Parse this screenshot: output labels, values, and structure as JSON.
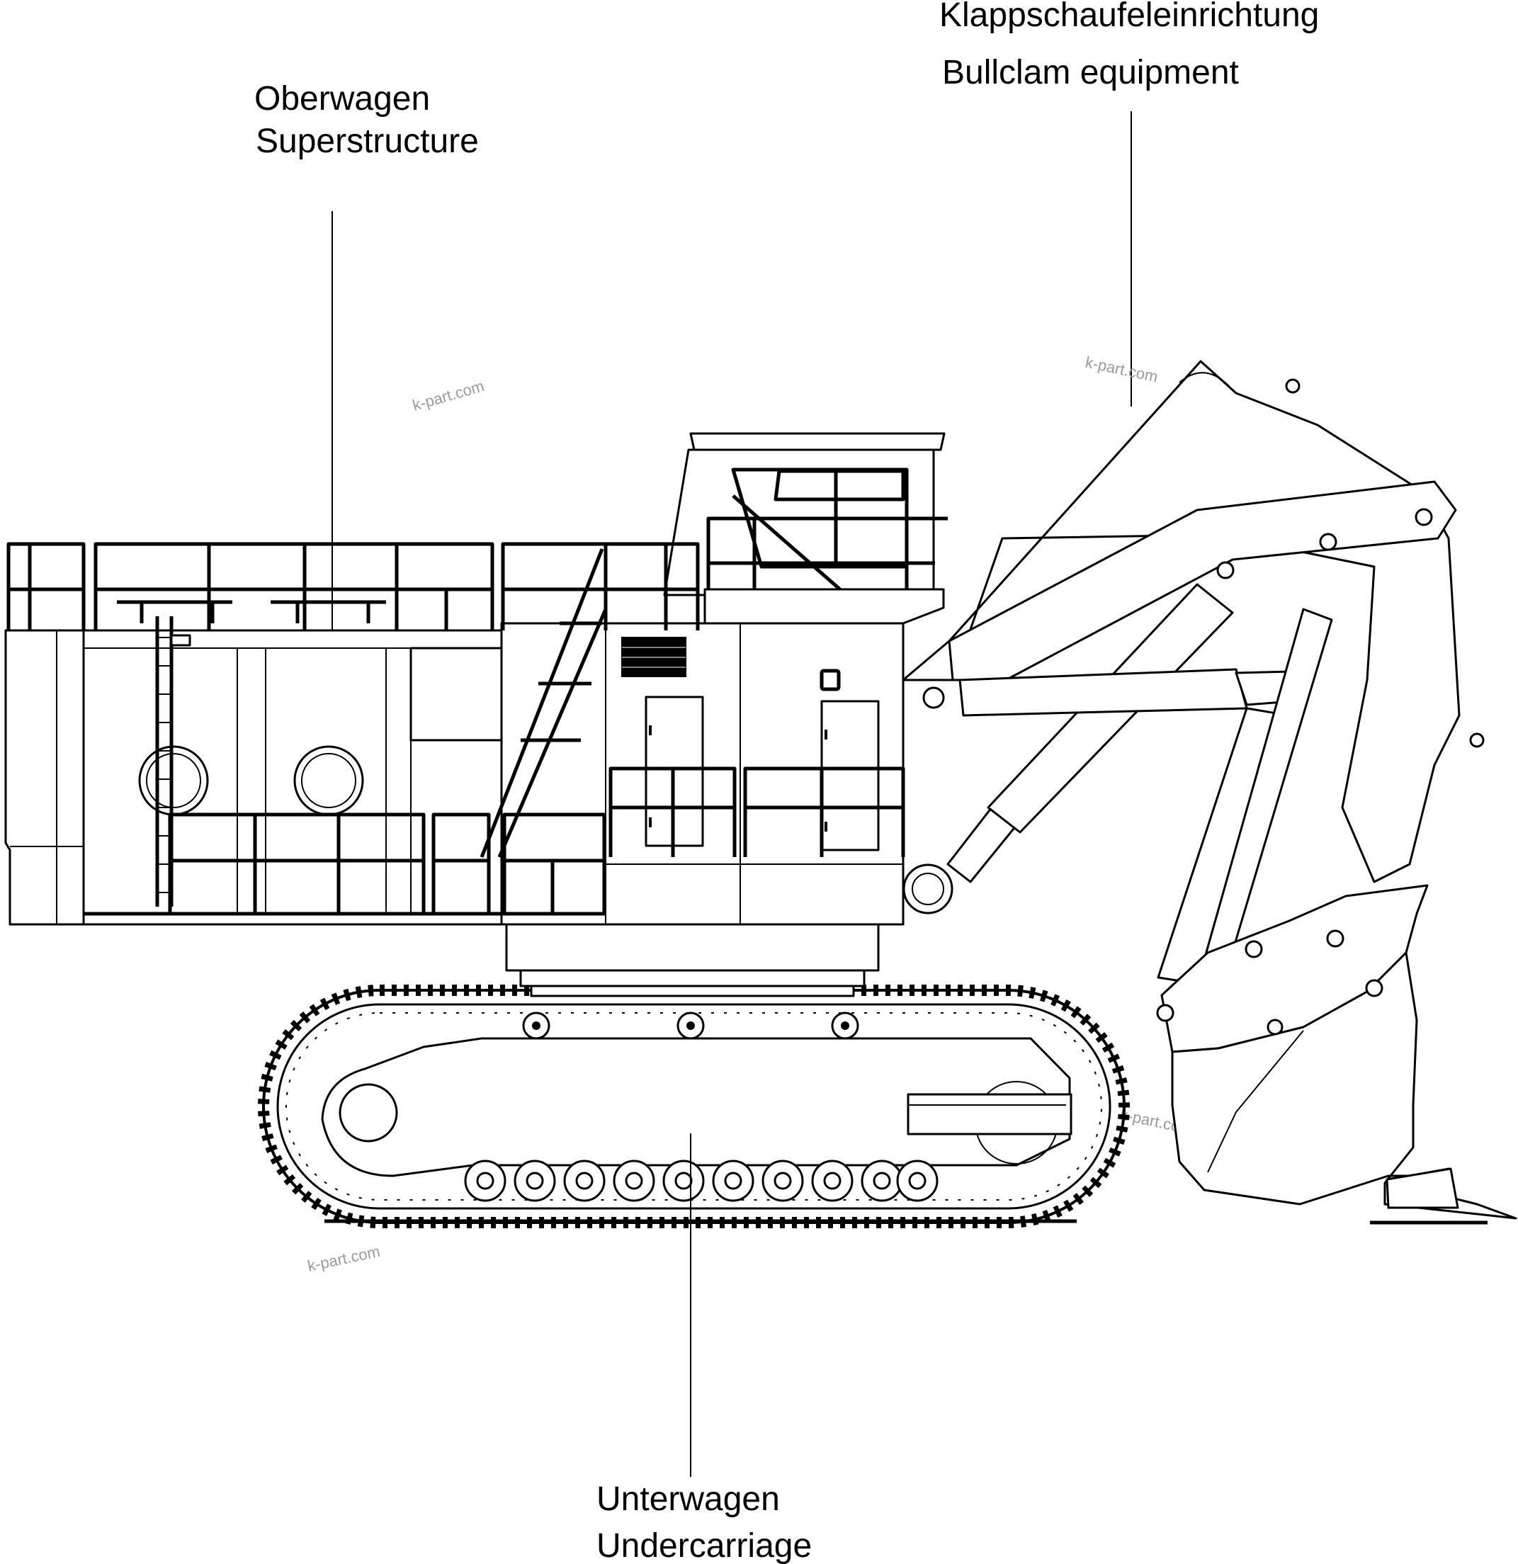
{
  "labels": {
    "bullclam_de": "Klappschaufeleinrichtung",
    "bullclam_en": "Bullclam equipment",
    "superstructure_de": "Oberwagen",
    "superstructure_en": "Superstructure",
    "undercarriage_de": "Unterwagen",
    "undercarriage_en": "Undercarriage"
  },
  "watermark": "k-part.com"
}
